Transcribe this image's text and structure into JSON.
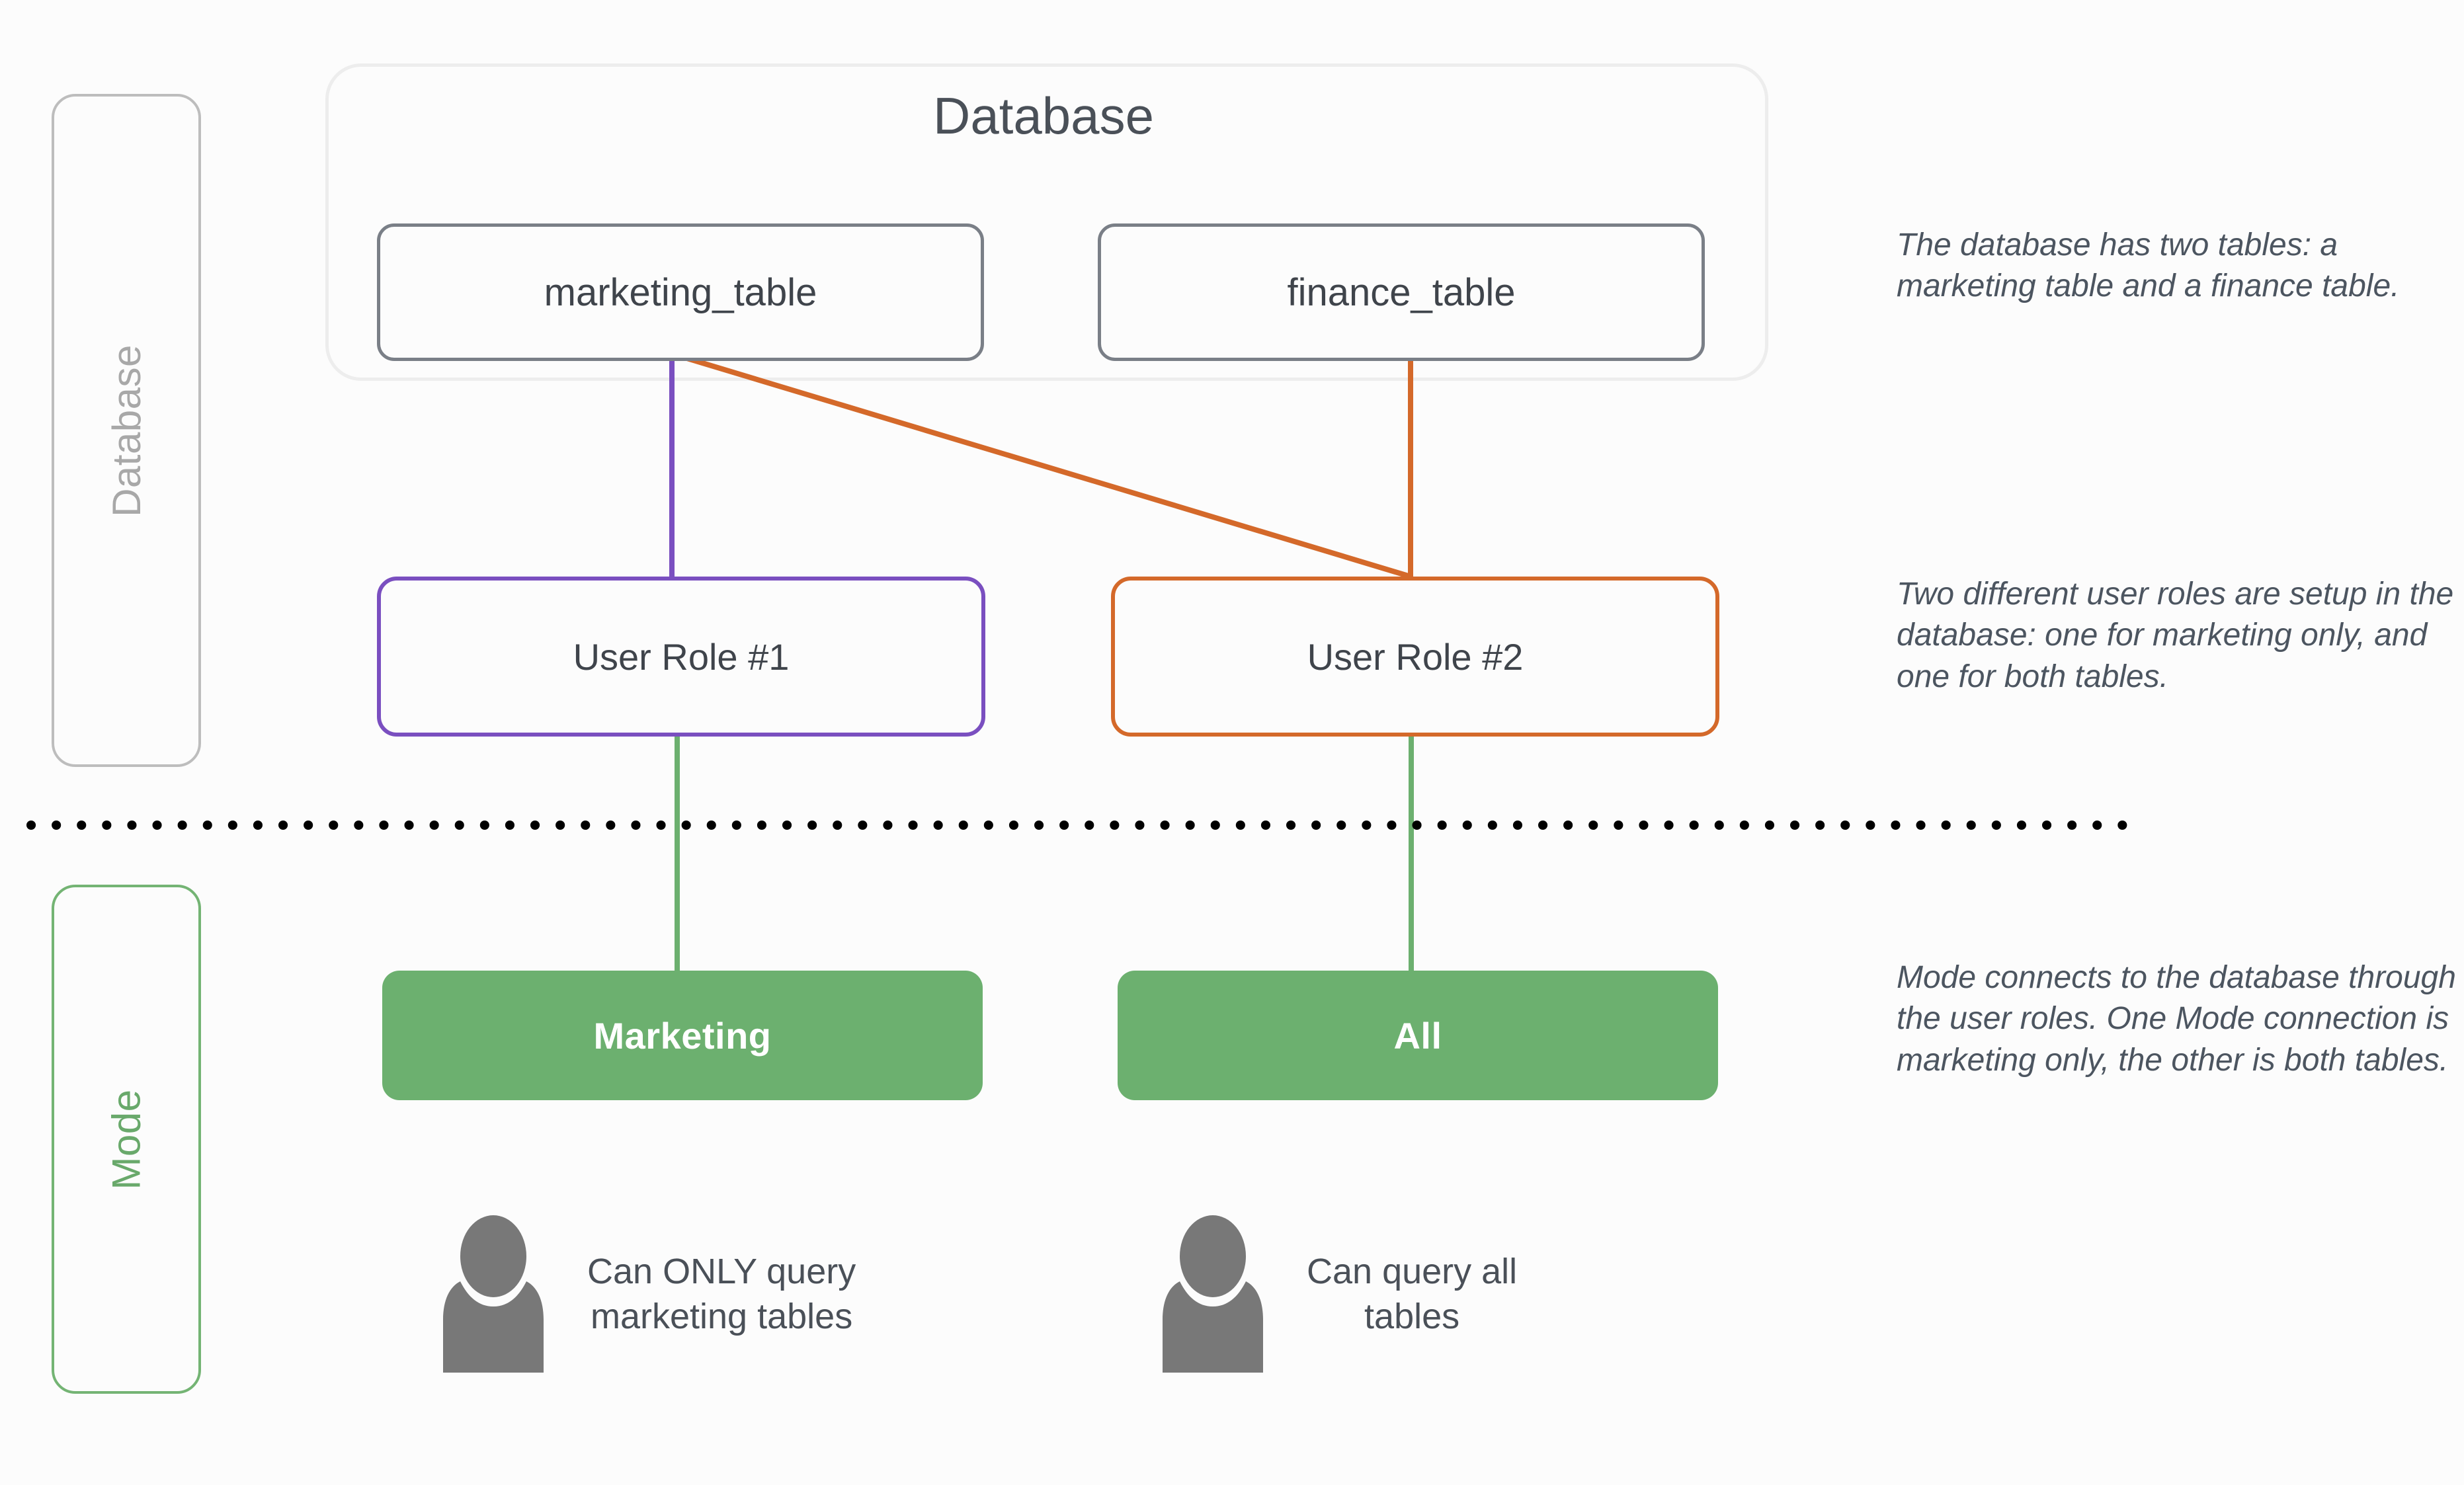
{
  "lanes": {
    "database_label": "Database",
    "mode_label": "Mode"
  },
  "database": {
    "title": "Database",
    "tables": [
      {
        "name": "marketing_table"
      },
      {
        "name": "finance_table"
      }
    ]
  },
  "roles": [
    {
      "label": "User Role #1",
      "color": "#7a4fc0"
    },
    {
      "label": "User Role #2",
      "color": "#d4692a"
    }
  ],
  "mode_connections": [
    {
      "label": "Marketing"
    },
    {
      "label": "All"
    }
  ],
  "personas": [
    {
      "icon": "person-icon",
      "text": "Can ONLY query\nmarketing tables"
    },
    {
      "icon": "person-icon",
      "text": "Can query all\ntables"
    }
  ],
  "notes": [
    {
      "text": "The database has two tables: a marketing table and a finance table."
    },
    {
      "text": "Two different user roles are setup in the database: one for marketing only, and one for both tables."
    },
    {
      "text": "Mode connects to the database through the user roles. One Mode connection is marketing only, the other is both tables."
    }
  ],
  "colors": {
    "purple": "#7a4fc0",
    "orange": "#d4692a",
    "green": "#6cb06f",
    "green_line": "#6cb06f",
    "gray_border": "#7a7f87",
    "light_gray_border": "#ededed",
    "lane_gray": "#bdbdbd",
    "text_dark": "#3f444b",
    "background": "#fcfcfc"
  }
}
